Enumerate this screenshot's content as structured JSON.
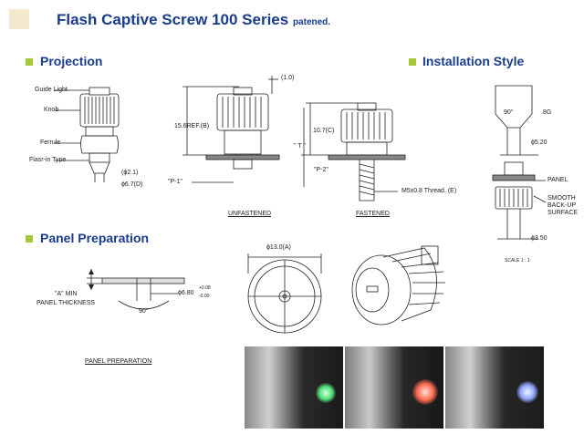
{
  "header": {
    "title": "Flash Captive Screw 100 Series",
    "suffix": "patened."
  },
  "sections": {
    "projection": "Projection",
    "installation": "Installation Style",
    "panel_prep": "Panel Preparation"
  },
  "projection_labels": {
    "guide_light": "Guide Light",
    "knob": "Knob",
    "ferrule": "Ferrule",
    "flasr_in_type": "Flasr-in Type",
    "d21": "(ϕ2.1)",
    "d67": "ϕ6.7(D)",
    "ref10": "(1.0)",
    "ref156": "15.6REF.(B)",
    "p1": "\"P-1\"",
    "unfastened": "UNFASTENED",
    "dim107": "10.7(C)",
    "T": "\" T \"",
    "p2": "\"P-2\"",
    "thread": "M5x0.8 Thread. (E)",
    "fastened": "FASTENED"
  },
  "installation_labels": {
    "ninety": "90°",
    "dim8g": ".8G",
    "d520": "ϕ5.20",
    "panel": "PANEL",
    "smooth": "SMOOTH",
    "backup": "BACK-UP",
    "surface": "SURFACE",
    "d350": "ϕ3.50",
    "scale": "SCALE 1 : 1"
  },
  "panel_labels": {
    "a_min": "\"A\" MIN",
    "thickness": "PANEL THICKNESS",
    "ninety": "90°",
    "d680": "ϕ6.80",
    "tol_plus": "+0.08",
    "tol_minus": "-0.00",
    "panel_prep": "PANEL PREPARATION",
    "d130": "ϕ13.0(A)"
  },
  "photos": [
    {
      "name": "green-led-photo",
      "glow": "#4fe07a"
    },
    {
      "name": "red-led-photo",
      "glow": "#ff6a50"
    },
    {
      "name": "blue-led-photo",
      "glow": "#8fa6ff"
    }
  ],
  "colors": {
    "title": "#1a3c8c",
    "bullet": "#a6c93a",
    "header_square": "#f4e9cc"
  }
}
